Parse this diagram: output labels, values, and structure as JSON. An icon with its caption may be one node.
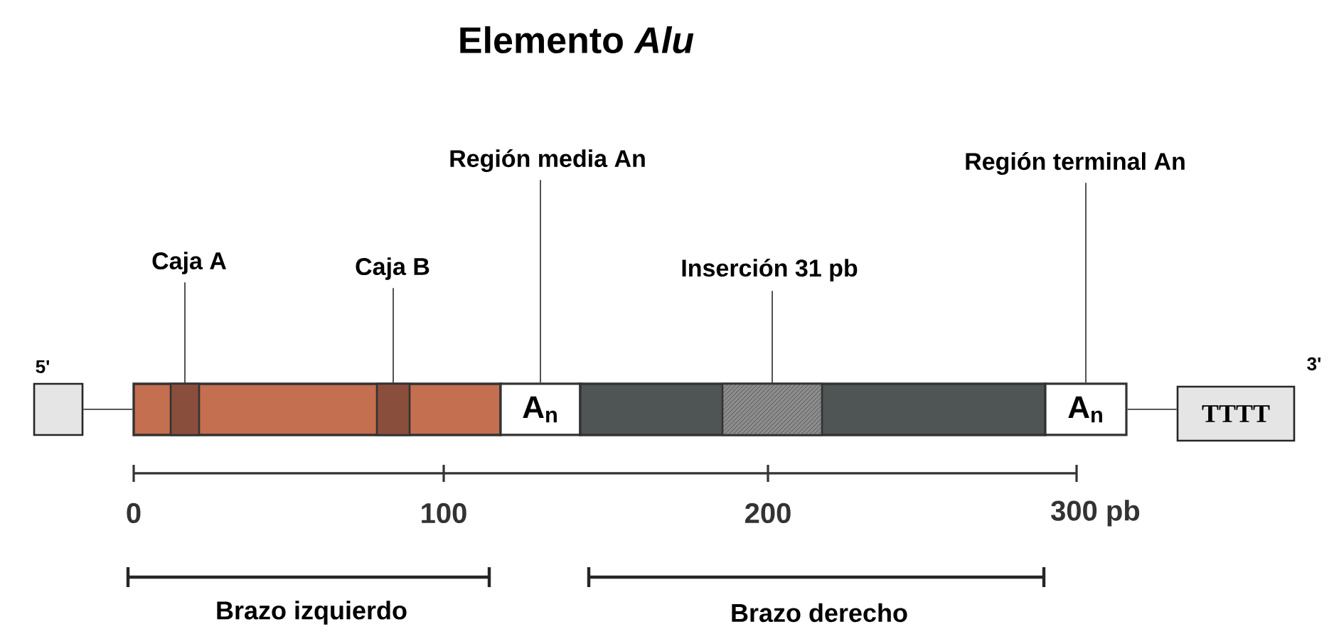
{
  "diagram": {
    "title": "Elemento *Alu*",
    "nodes": [
      {
        "text": [],
        "shape": "box",
        "beside": [
          "5'"
        ]
      },
      {
        "text": [],
        "shape": "bar"
      },
      {
        "text": [],
        "shape": "box",
        "in": 1
      },
      {
        "text": [],
        "shape": "box",
        "in": 1
      },
      {
        "text": [
          "A$_{n}$"
        ]
      },
      {
        "text": [],
        "shape": "bar"
      },
      {
        "text": [],
        "shape": "box",
        "in": 5
      },
      {
        "text": [
          "A$_{n}$"
        ]
      },
      {
        "text": [
          "TTTT"
        ],
        "beside": [
          "3'"
        ]
      },
      {
        "text": [
          "Caja A"
        ]
      },
      {
        "text": [
          "Caja B"
        ]
      },
      {
        "text": [
          "Región media An"
        ]
      },
      {
        "text": [
          "Inserción 31 pb"
        ]
      },
      {
        "text": [
          "Región terminal An"
        ]
      }
    ],
    "edges": [
      {
        "from": 0,
        "to": 1,
        "arrow": "none"
      },
      {
        "from": 7,
        "to": 8,
        "arrow": "none"
      },
      {
        "from": 9,
        "to": 2,
        "arrow": "none"
      },
      {
        "from": 10,
        "to": 3,
        "arrow": "none"
      },
      {
        "from": 11,
        "to": 4,
        "arrow": "none"
      },
      {
        "from": 12,
        "to": 6,
        "arrow": "none"
      },
      {
        "from": 13,
        "to": 7,
        "arrow": "none"
      }
    ],
    "labels": [
      "0",
      "100",
      "200",
      "300 pb",
      "Brazo izquierdo",
      "Brazo derecho"
    ]
  }
}
